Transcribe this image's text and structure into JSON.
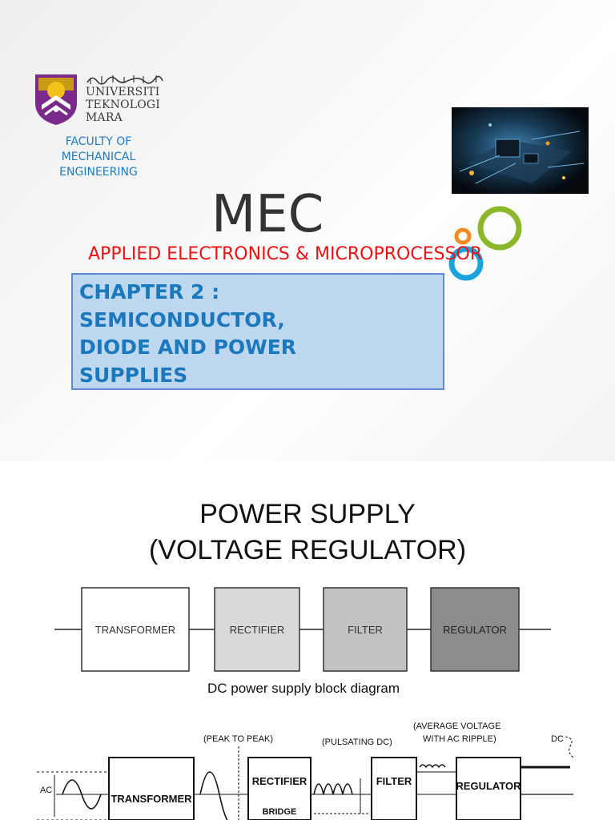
{
  "slide1": {
    "university": {
      "arabic": "اونيۏرسيتي تيكنولوݢي مارا",
      "lines": [
        "UNIVERSITI",
        "TEKNOLOGI",
        "MARA"
      ]
    },
    "faculty": [
      "FACULTY OF",
      "MECHANICAL",
      "ENGINEERING"
    ],
    "course_code": "MEC",
    "course_title": "APPLIED ELECTRONICS & MICROPROCESSOR",
    "chapter": [
      "CHAPTER 2 :",
      "SEMICONDUCTOR,",
      "DIODE AND POWER",
      "SUPPLIES"
    ],
    "colors": {
      "faculty": "#1f7bbf",
      "title_red": "#ee1111",
      "chapter_bg": "#bdd7ee",
      "chapter_text": "#1c78bd"
    }
  },
  "slide2": {
    "title": [
      "POWER SUPPLY",
      "(VOLTAGE REGULATOR)"
    ],
    "block_diagram": {
      "blocks": [
        "TRANSFORMER",
        "RECTIFIER",
        "FILTER",
        "REGULATOR"
      ],
      "caption": "DC power supply block diagram"
    },
    "wave_diagram": {
      "input_label": "AC",
      "output_label": "DC",
      "annotations": [
        "(PEAK TO PEAK)",
        "(PULSATING DC)",
        "(AVERAGE VOLTAGE",
        "WITH AC RIPPLE)"
      ],
      "blocks": [
        "TRANSFORMER",
        "RECTIFIER",
        "BRIDGE",
        "FILTER",
        "REGULATOR"
      ]
    }
  }
}
